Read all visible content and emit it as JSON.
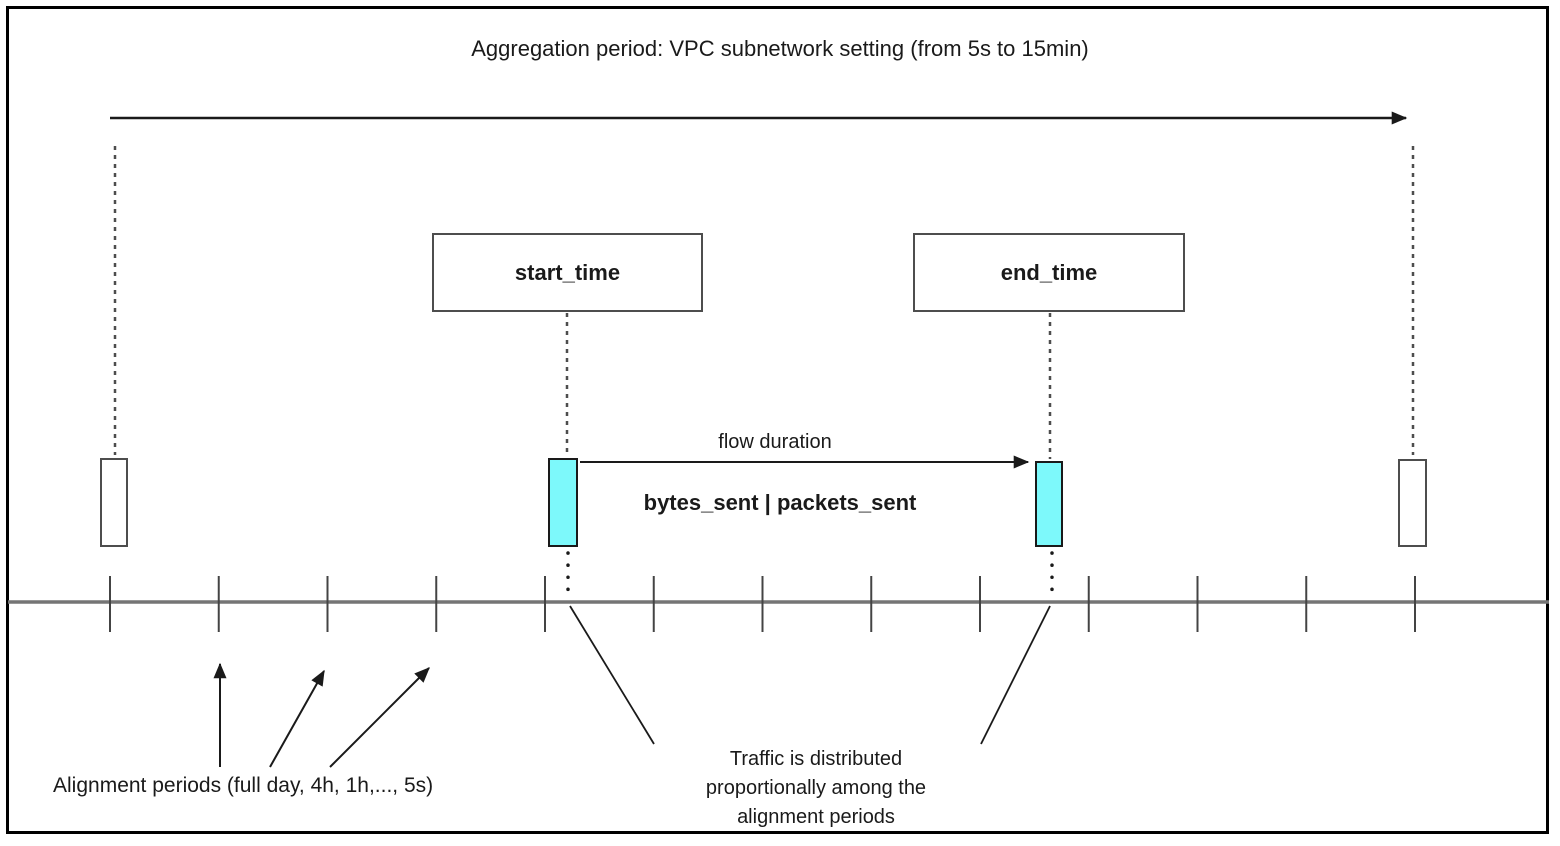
{
  "title": "Aggregation period: VPC subnetwork setting (from 5s to 15min)",
  "flow": {
    "start_box": "start_time",
    "end_box": "end_time",
    "duration_label": "flow duration",
    "metrics_label": "bytes_sent | packets_sent"
  },
  "annotations": {
    "alignment_periods": "Alignment periods (full day, 4h, 1h,..., 5s)",
    "traffic_note": "Traffic is distributed\nproportionally among the\nalignment periods"
  },
  "timeline": {
    "tick_count": 13
  },
  "colors": {
    "line": "#1a1a1a",
    "box_border": "#4d4d4d",
    "timeline": "#757575",
    "tick": "#444444",
    "flow_marker_fill": "#7DF9FB",
    "frame": "#000000"
  }
}
